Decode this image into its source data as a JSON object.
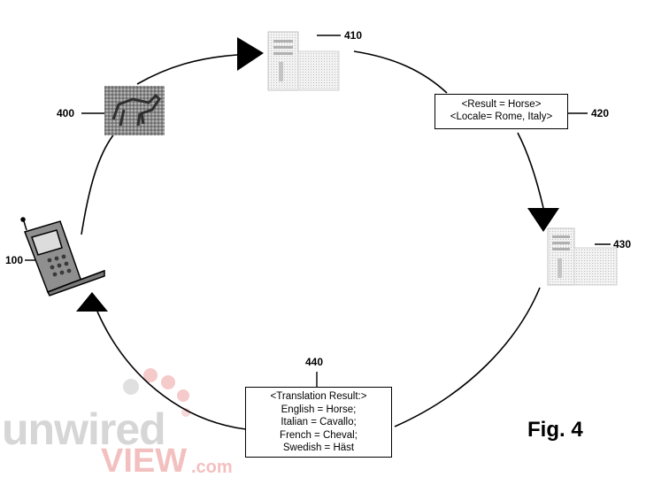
{
  "labels": {
    "phone": "100",
    "image": "400",
    "server_top": "410",
    "result_box": "420",
    "server_right": "430",
    "translation_box": "440"
  },
  "result_box": {
    "lines": [
      "<Result = Horse>",
      "<Locale= Rome, Italy>"
    ]
  },
  "translation_box": {
    "lines": [
      "<Translation Result:>",
      "English = Horse;",
      "Italian = Cavallo;",
      "French = Cheval;",
      "Swedish = Häst"
    ]
  },
  "figure_label": "Fig. 4",
  "watermark": {
    "line1": "unwired",
    "line2": "view",
    "suffix": ".com"
  },
  "colors": {
    "ink": "#000000",
    "watermark_gray": "#d4d4d4",
    "watermark_pink": "#f4c3c3",
    "server_fill": "#e6e6e6"
  }
}
